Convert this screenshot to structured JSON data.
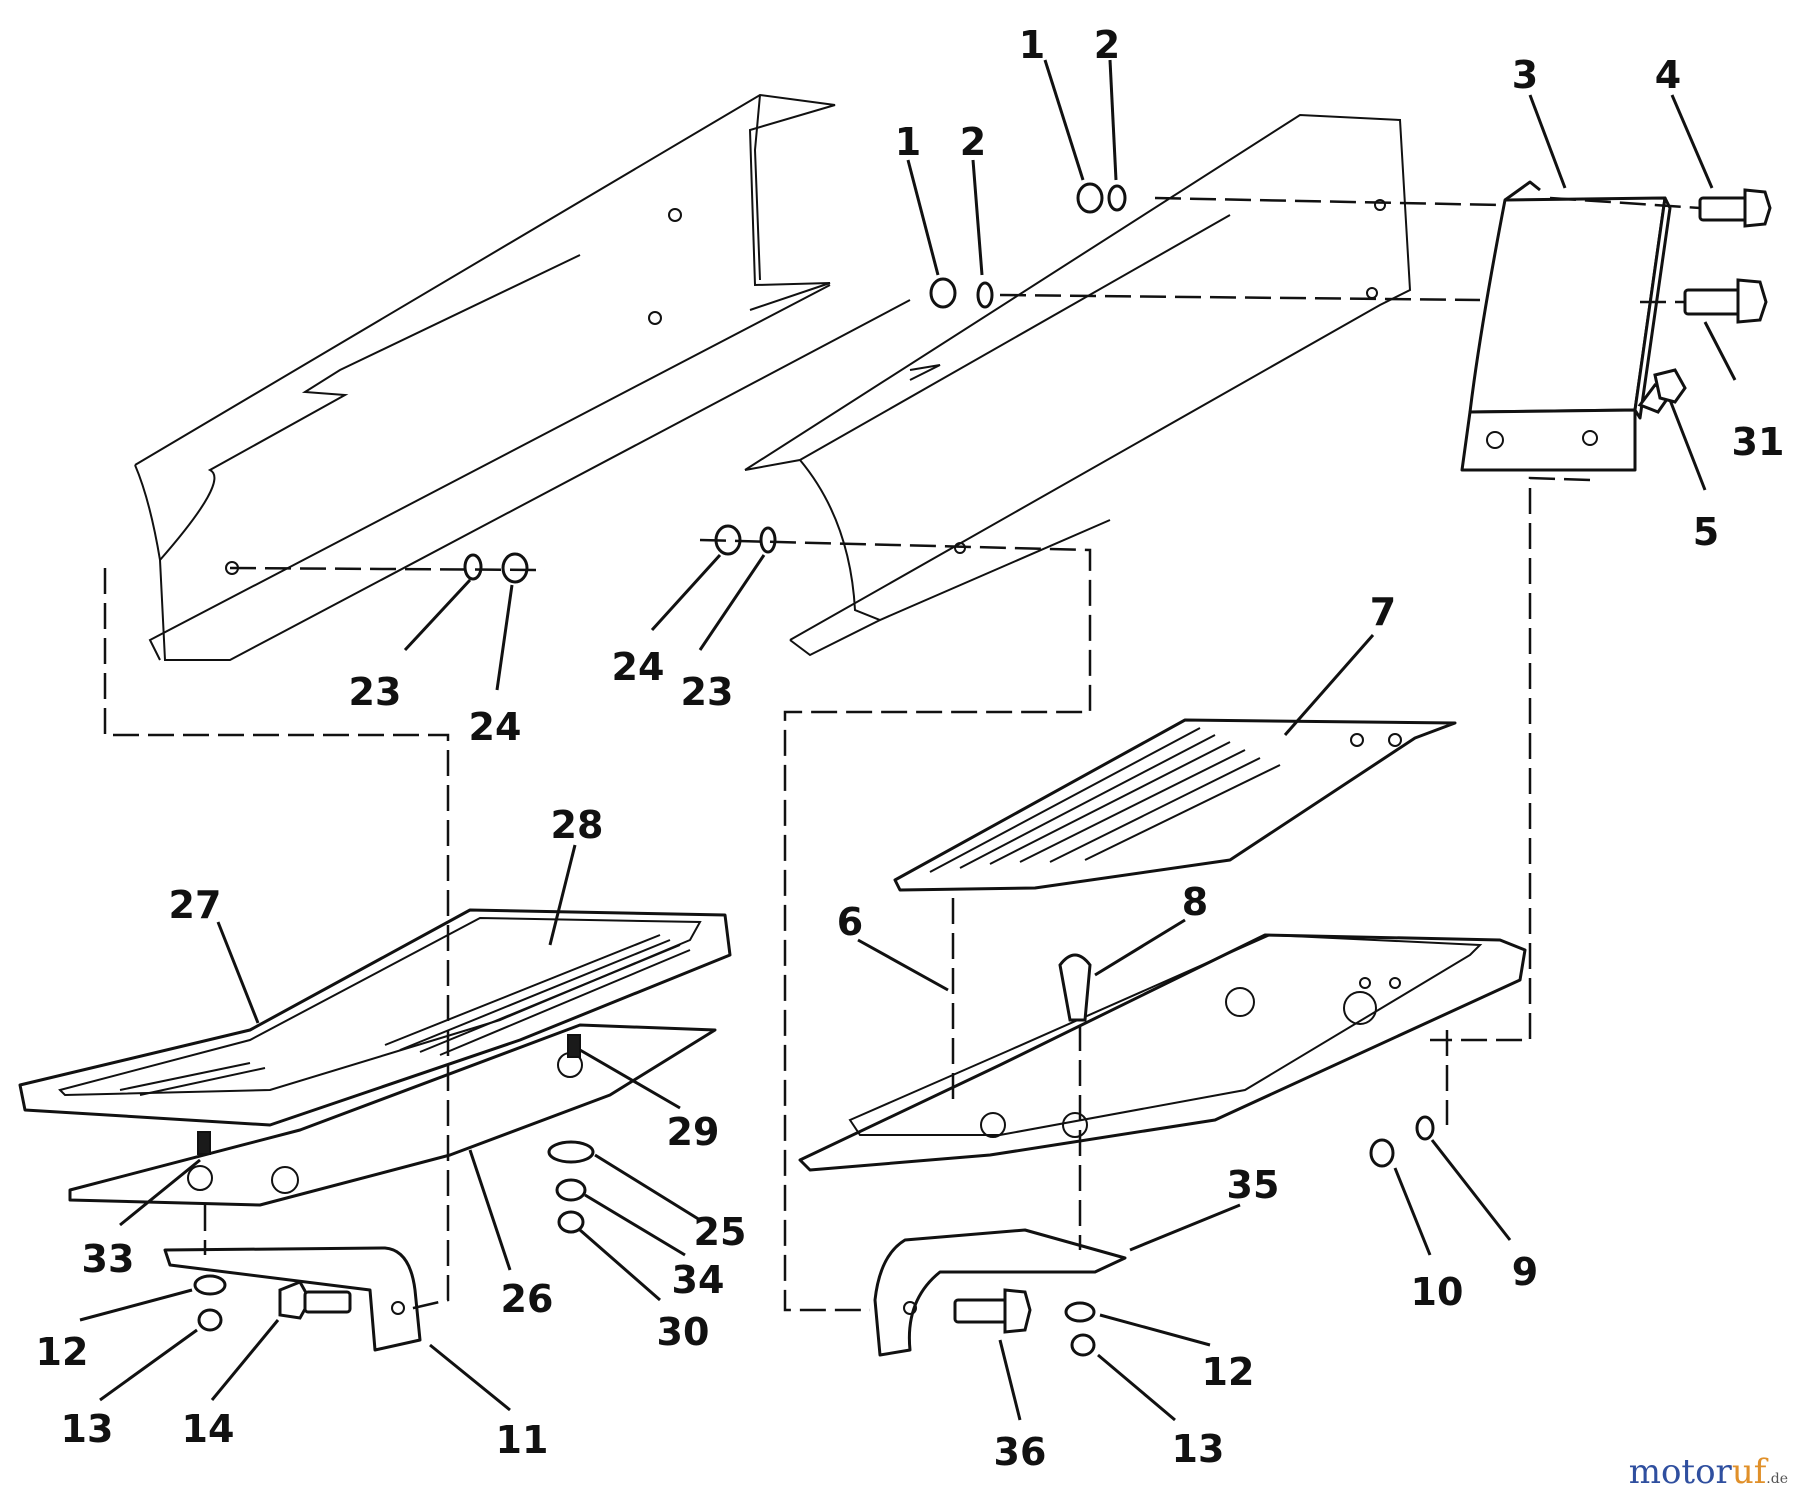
{
  "callouts": [
    {
      "id": "c1a",
      "text": "1"
    },
    {
      "id": "c2a",
      "text": "2"
    },
    {
      "id": "c1b",
      "text": "1"
    },
    {
      "id": "c2b",
      "text": "2"
    },
    {
      "id": "c3",
      "text": "3"
    },
    {
      "id": "c4",
      "text": "4"
    },
    {
      "id": "c31",
      "text": "31"
    },
    {
      "id": "c5",
      "text": "5"
    },
    {
      "id": "c23a",
      "text": "23"
    },
    {
      "id": "c24a",
      "text": "24"
    },
    {
      "id": "c24b",
      "text": "24"
    },
    {
      "id": "c23b",
      "text": "23"
    },
    {
      "id": "c7",
      "text": "7"
    },
    {
      "id": "c28",
      "text": "28"
    },
    {
      "id": "c27",
      "text": "27"
    },
    {
      "id": "c6",
      "text": "6"
    },
    {
      "id": "c8",
      "text": "8"
    },
    {
      "id": "c29",
      "text": "29"
    },
    {
      "id": "c33",
      "text": "33"
    },
    {
      "id": "c25",
      "text": "25"
    },
    {
      "id": "c34",
      "text": "34"
    },
    {
      "id": "c26",
      "text": "26"
    },
    {
      "id": "c30",
      "text": "30"
    },
    {
      "id": "c12a",
      "text": "12"
    },
    {
      "id": "c13a",
      "text": "13"
    },
    {
      "id": "c14",
      "text": "14"
    },
    {
      "id": "c11",
      "text": "11"
    },
    {
      "id": "c35",
      "text": "35"
    },
    {
      "id": "c10",
      "text": "10"
    },
    {
      "id": "c9",
      "text": "9"
    },
    {
      "id": "c12b",
      "text": "12"
    },
    {
      "id": "c13b",
      "text": "13"
    },
    {
      "id": "c36",
      "text": "36"
    }
  ],
  "watermark": {
    "main": "motor",
    "accent": "uf",
    "suffix": ".de"
  }
}
